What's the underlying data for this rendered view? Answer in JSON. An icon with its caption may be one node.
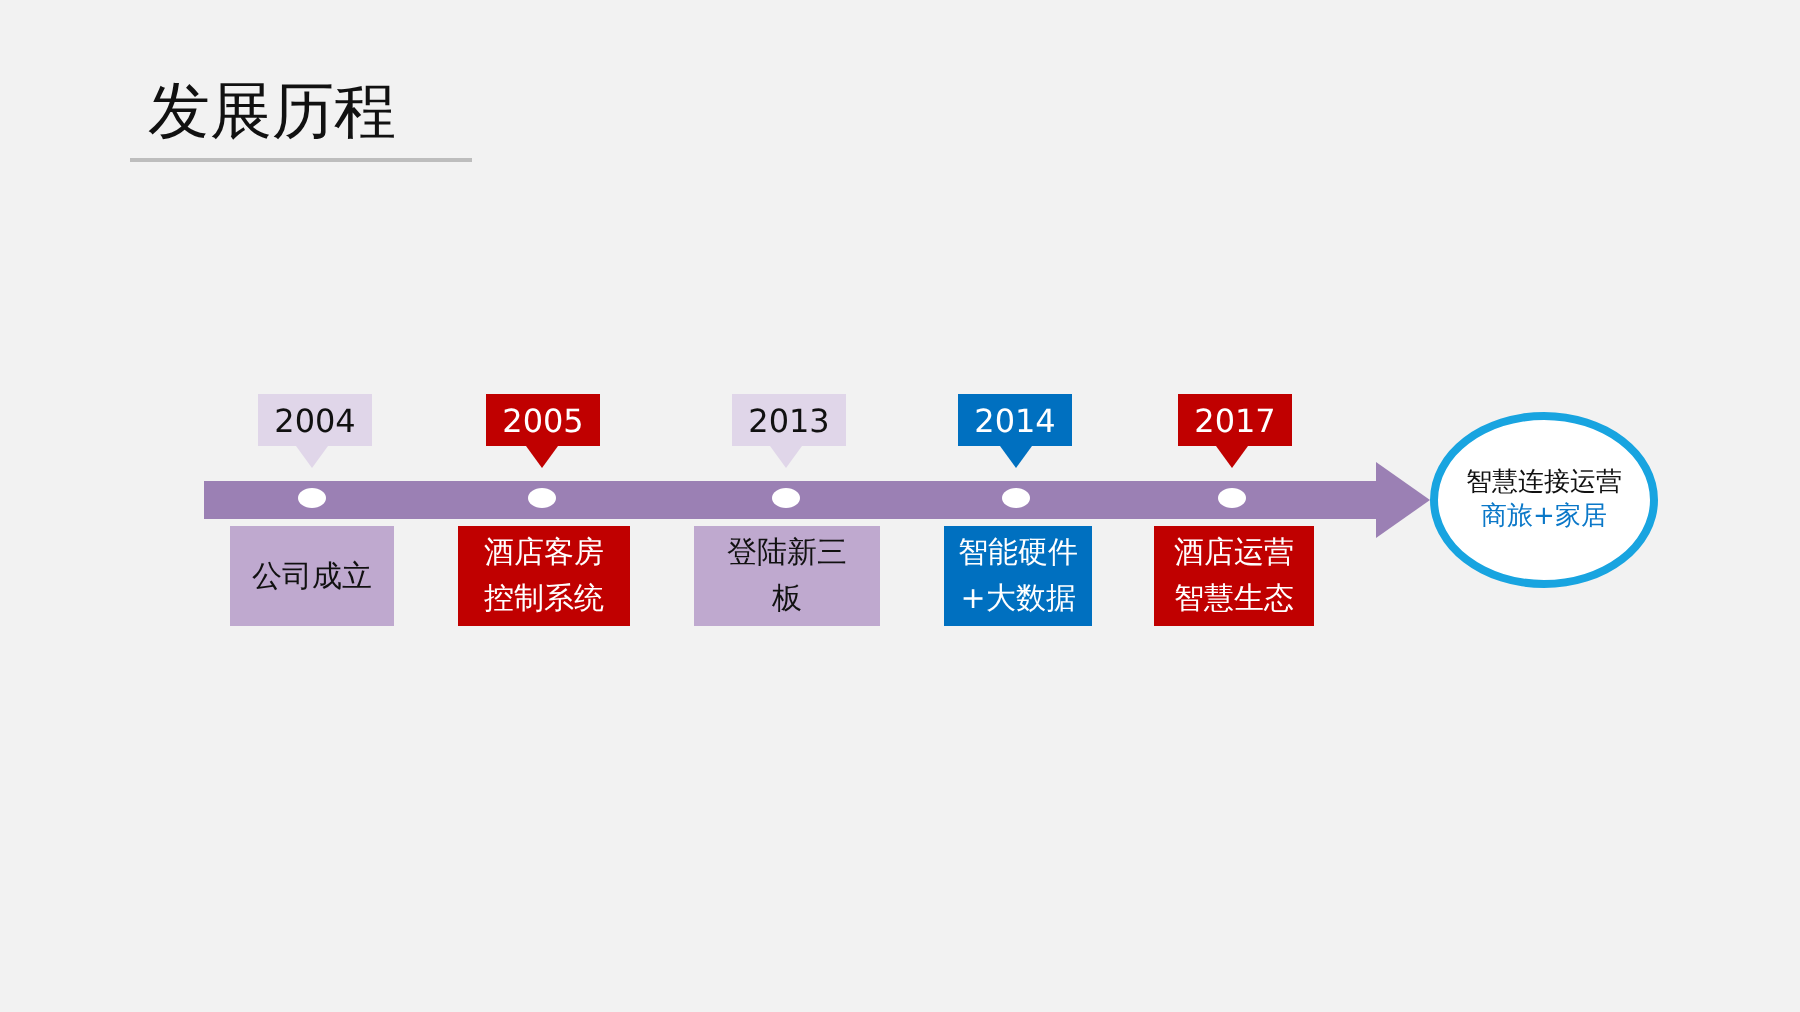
{
  "diagram": {
    "title": "发展历程",
    "nodes": [
      {
        "text": [
          "2004"
        ]
      },
      {
        "text": [
          "2005"
        ]
      },
      {
        "text": [
          "2013"
        ]
      },
      {
        "text": [
          "2014"
        ]
      },
      {
        "text": [
          "2017"
        ]
      },
      {
        "text": [
          "公司成立"
        ]
      },
      {
        "text": [
          "酒店客房控制系统"
        ]
      },
      {
        "text": [
          "登陆新三板"
        ]
      },
      {
        "text": [
          "智能硬件+大数据"
        ]
      },
      {
        "text": [
          "酒店运营智慧生态"
        ]
      },
      {
        "text": [
          "智慧连接运营",
          "商旅+家居"
        ]
      }
    ],
    "edges": [
      {
        "from": null,
        "to": 10,
        "arrow": "to"
      }
    ]
  }
}
